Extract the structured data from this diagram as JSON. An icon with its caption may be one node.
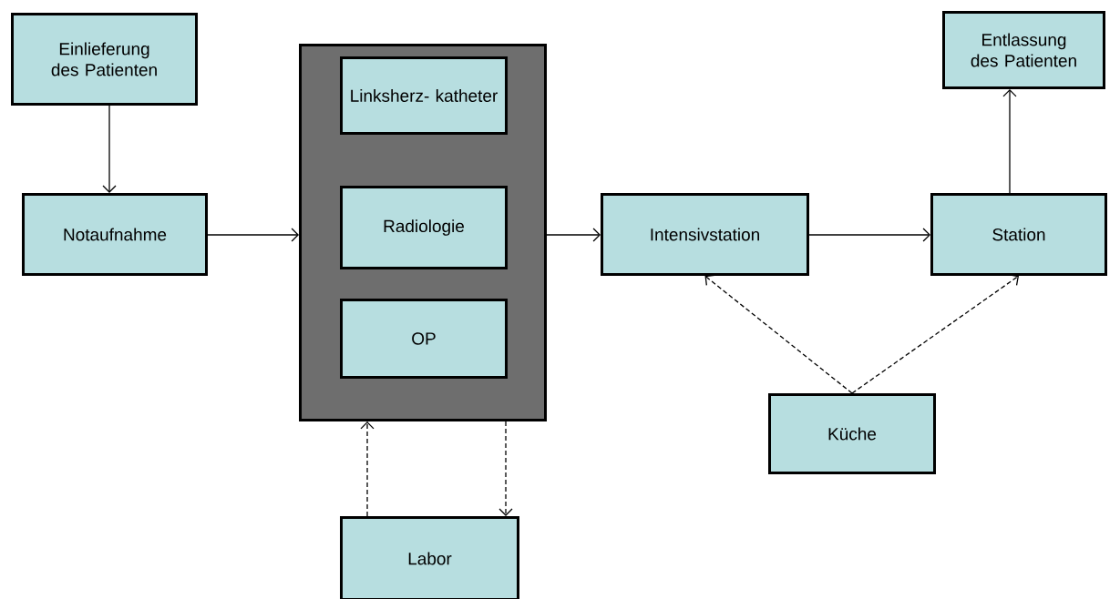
{
  "diagram": {
    "nodes": [
      {
        "text": [
          "Einlieferung des Patienten"
        ]
      },
      {
        "text": [
          "Notaufnahme"
        ]
      },
      {
        "text": [],
        "shape": "box"
      },
      {
        "text": [
          "Linksherz- katheter"
        ],
        "in": 2
      },
      {
        "text": [
          "Radiologie"
        ],
        "in": 2
      },
      {
        "text": [
          "OP"
        ],
        "in": 2
      },
      {
        "text": [
          "Labor"
        ]
      },
      {
        "text": [
          "Intensivstation"
        ]
      },
      {
        "text": [
          "Station"
        ]
      },
      {
        "text": [
          "Entlassung des Patienten"
        ]
      },
      {
        "text": [
          "Küche"
        ]
      }
    ],
    "edges": [
      {
        "from": 0,
        "to": 1,
        "arrow": "to"
      },
      {
        "from": 1,
        "to": 2,
        "arrow": "to"
      },
      {
        "from": 2,
        "to": 7,
        "arrow": "to"
      },
      {
        "from": 7,
        "to": 8,
        "arrow": "to"
      },
      {
        "from": 8,
        "to": 9,
        "arrow": "to"
      },
      {
        "from": 6,
        "to": 2,
        "arrow": "to",
        "style": "dashed"
      },
      {
        "from": 2,
        "to": 6,
        "arrow": "to",
        "style": "dashed"
      },
      {
        "from": 10,
        "to": 7,
        "arrow": "to",
        "style": "dashed"
      },
      {
        "from": 10,
        "to": 8,
        "arrow": "to",
        "style": "dashed"
      }
    ]
  }
}
